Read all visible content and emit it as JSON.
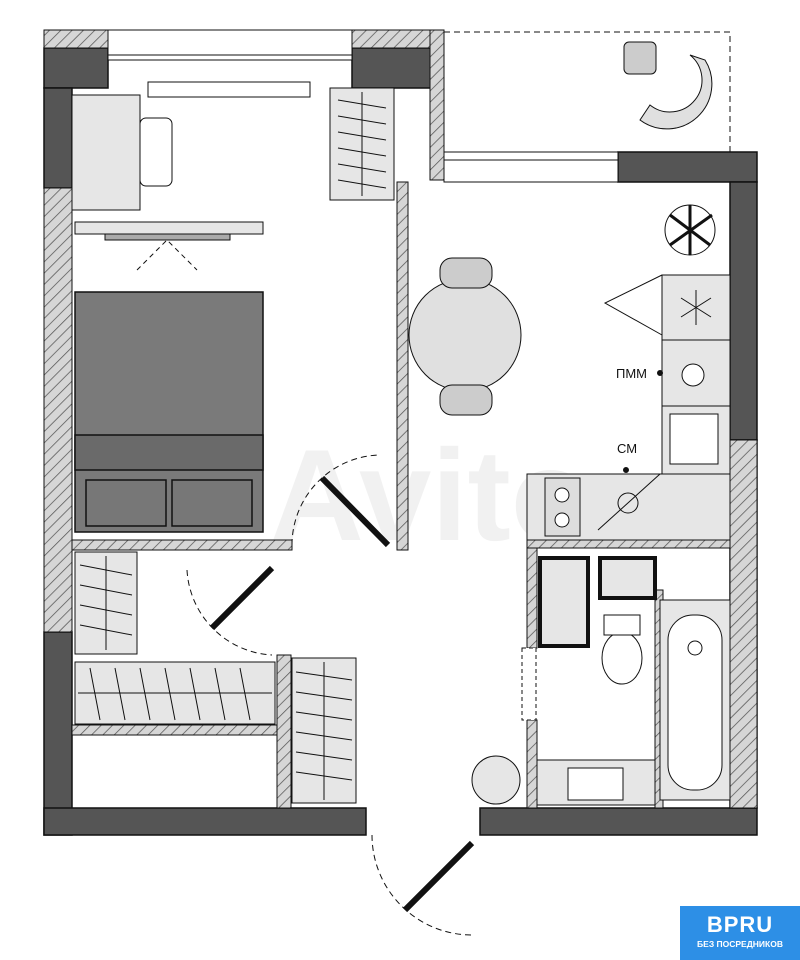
{
  "labels": {
    "dishwasher": "ПММ",
    "washing_machine": "СМ"
  },
  "watermark": "Avito",
  "logo": {
    "brand": "BPRU",
    "tagline": "БЕЗ ПОСРЕДНИКОВ"
  },
  "colors": {
    "wall_dark": "#555555",
    "wall_hatch": "#9a9a9a",
    "bed": "#7a7a7a",
    "logo_bg": "#2d8fe6"
  }
}
